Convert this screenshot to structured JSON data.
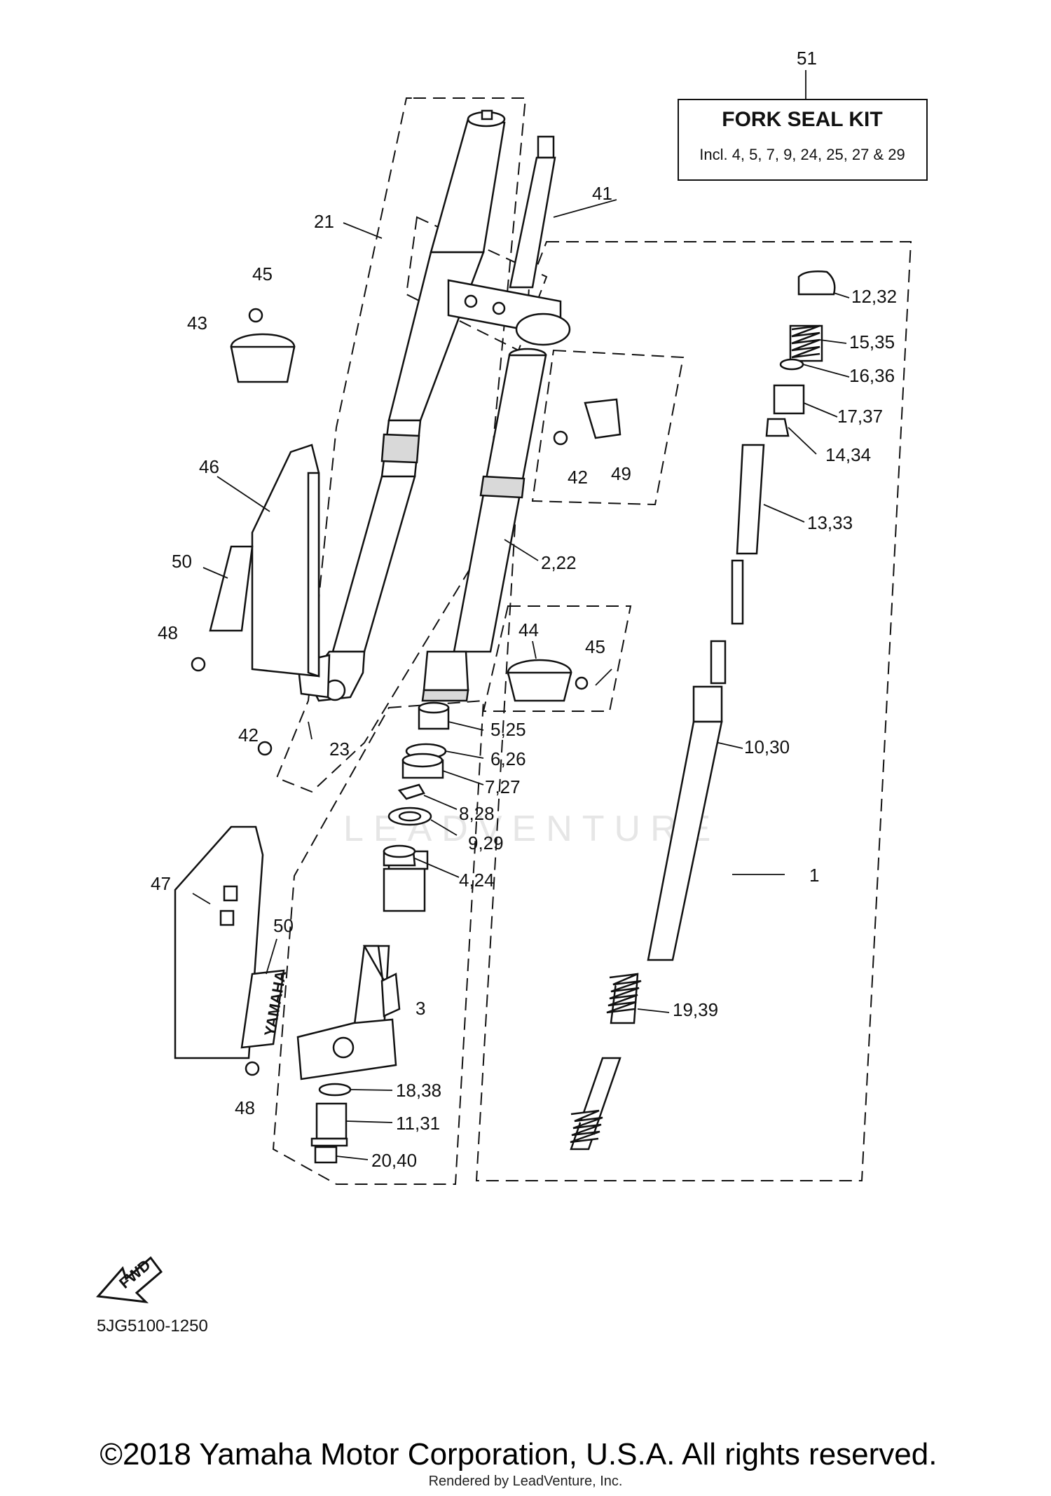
{
  "kit": {
    "ref": "51",
    "title": "FORK SEAL KIT",
    "includes": "Incl. 4, 5, 7, 9, 24, 25, 27 & 29"
  },
  "labels": {
    "p1": "1",
    "p2_22": "2,22",
    "p3": "3",
    "p4_24": "4,24",
    "p5_25": "5,25",
    "p6_26": "6,26",
    "p7_27": "7,27",
    "p8_28": "8,28",
    "p9_29": "9,29",
    "p10_30": "10,30",
    "p11_31": "11,31",
    "p12_32": "12,32",
    "p13_33": "13,33",
    "p14_34": "14,34",
    "p15_35": "15,35",
    "p16_36": "16,36",
    "p17_37": "17,37",
    "p18_38": "18,38",
    "p19_39": "19,39",
    "p20_40": "20,40",
    "p21": "21",
    "p23": "23",
    "p41": "41",
    "p42a": "42",
    "p42b": "42",
    "p43": "43",
    "p44": "44",
    "p45a": "45",
    "p45b": "45",
    "p46": "46",
    "p47": "47",
    "p48a": "48",
    "p48b": "48",
    "p49": "49",
    "p50a": "50",
    "p50b": "50"
  },
  "decal_text": "YAMAHA",
  "fwd_text": "FWD",
  "watermark": "LEADVENTURE",
  "drawing_ref": "5JG5100-1250",
  "copyright": "©2018 Yamaha Motor Corporation, U.S.A. All rights reserved.",
  "rendered_by": "Rendered by LeadVenture, Inc."
}
